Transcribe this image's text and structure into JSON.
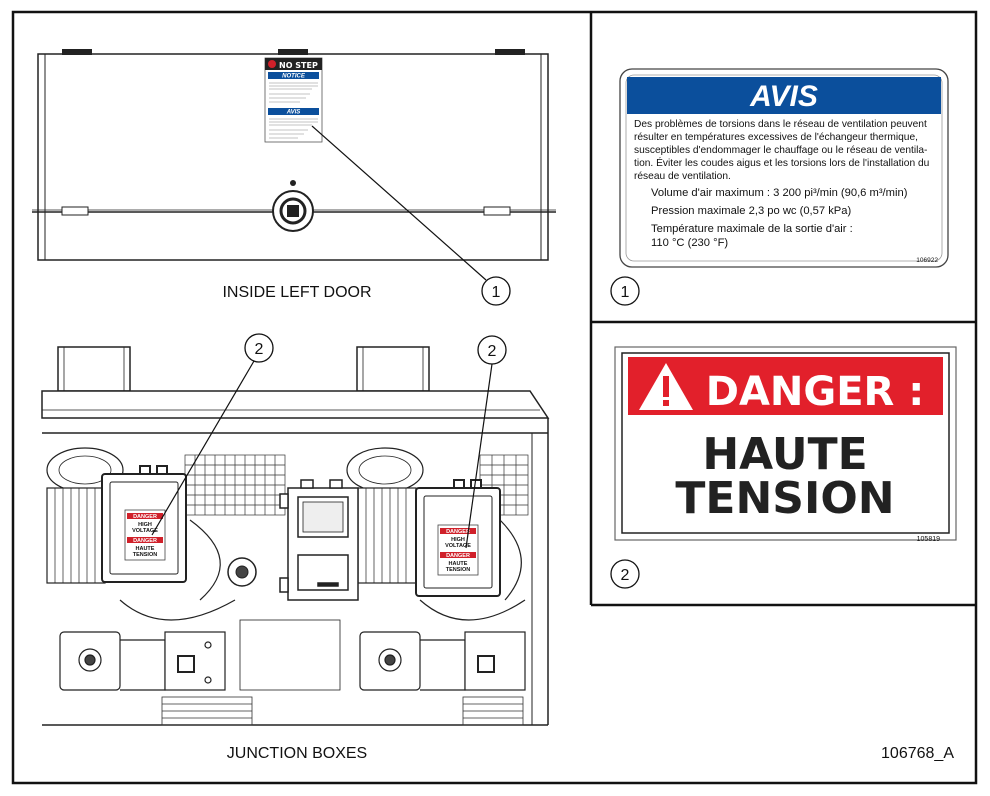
{
  "figure_id": "106768_A",
  "left_panel": {
    "door_caption": "INSIDE LEFT DOOR",
    "junction_caption": "JUNCTION BOXES",
    "mini_labels": {
      "no_step_title": "NO STEP",
      "notice_title": "NOTICE",
      "avis_title": "AVIS",
      "danger_word": "DANGER",
      "high_voltage_1": "HIGH",
      "high_voltage_2": "VOLTAGE",
      "haute_tension_1": "HAUTE",
      "haute_tension_2": "TENSION"
    }
  },
  "callouts": {
    "one": "1",
    "two": "2"
  },
  "avis_label": {
    "title": "AVIS",
    "paragraph": [
      "Des problèmes de torsions dans le réseau de ventilation peuvent",
      "résulter en températures excessives de l'échangeur thermique,",
      "susceptibles d'endommager le chauffage ou le réseau de ventila-",
      "tion. Éviter les coudes aigus et les torsions lors de l'installation du",
      "réseau de ventilation."
    ],
    "spec_airflow": "Volume d'air maximum : 3 200 pi³/min (90,6 m³/min)",
    "spec_pressure": "Pression maximale 2,3 po wc (0,57 kPa)",
    "spec_temp_1": "Température maximale de la sortie d'air :",
    "spec_temp_2": "110 °C (230 °F)",
    "part_number": "106922",
    "title_color": "#0b4f9c"
  },
  "danger_label": {
    "header": "DANGER :",
    "line1": "HAUTE",
    "line2": "TENSION",
    "part_number": "105819",
    "header_color": "#e2202b"
  }
}
